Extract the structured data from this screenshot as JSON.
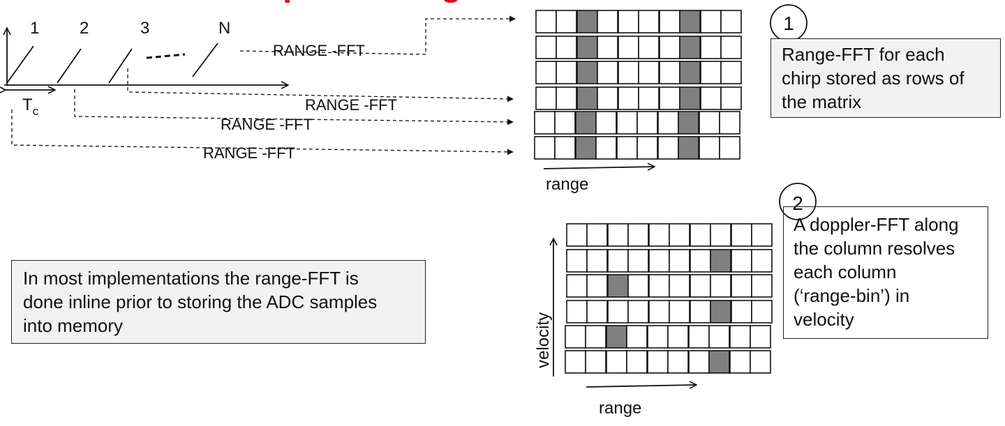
{
  "title_fragment": "processing",
  "chirps": {
    "labels": [
      "1",
      "2",
      "3",
      "N"
    ],
    "period_label": "T",
    "period_subscript": "c"
  },
  "range_fft_labels": [
    "RANGE -FFT",
    "RANGE -FFT",
    "RANGE -FFT",
    "RANGE -FFT"
  ],
  "matrix1": {
    "axis_label": "range",
    "rows": [
      [
        0,
        0,
        1,
        0,
        0,
        0,
        0,
        1,
        0,
        0
      ],
      [
        0,
        0,
        1,
        0,
        0,
        0,
        0,
        1,
        0,
        0
      ],
      [
        0,
        0,
        1,
        0,
        0,
        0,
        0,
        1,
        0,
        0
      ],
      [
        0,
        0,
        1,
        0,
        0,
        0,
        0,
        1,
        0,
        0
      ],
      [
        0,
        0,
        1,
        0,
        0,
        0,
        0,
        1,
        0,
        0
      ],
      [
        0,
        0,
        1,
        0,
        0,
        0,
        0,
        1,
        0,
        0
      ]
    ]
  },
  "matrix2": {
    "x_axis_label": "range",
    "y_axis_label": "velocity",
    "rows": [
      [
        0,
        0,
        0,
        0,
        0,
        0,
        0,
        0,
        0,
        0
      ],
      [
        0,
        0,
        0,
        0,
        0,
        0,
        0,
        1,
        0,
        0
      ],
      [
        0,
        0,
        1,
        0,
        0,
        0,
        0,
        0,
        0,
        0
      ],
      [
        0,
        0,
        0,
        0,
        0,
        0,
        0,
        1,
        0,
        0
      ],
      [
        0,
        0,
        1,
        0,
        0,
        0,
        0,
        0,
        0,
        0
      ],
      [
        0,
        0,
        0,
        0,
        0,
        0,
        0,
        1,
        0,
        0
      ]
    ]
  },
  "step1": {
    "number": "1",
    "lines": [
      "Range-FFT for each",
      "chirp stored as rows of",
      "the matrix"
    ]
  },
  "step2": {
    "number": "2",
    "lines": [
      "A doppler-FFT along",
      "the column resolves",
      "each column",
      "(‘range-bin’) in",
      "velocity"
    ]
  },
  "note": {
    "lines": [
      "In most implementations the range-FFT is",
      "done inline prior to storing the ADC samples",
      "into memory"
    ]
  },
  "colors": {
    "filled_cell": "#808080",
    "empty_cell": "#ffffff",
    "title": "#e0101a",
    "line": "#111111"
  }
}
